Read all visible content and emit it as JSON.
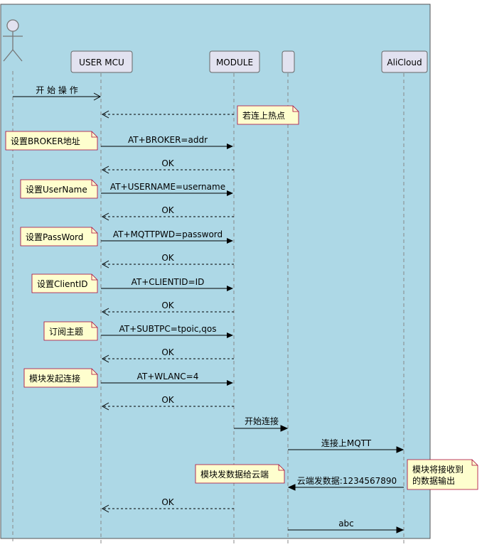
{
  "participants": {
    "actor": "",
    "user_mcu": "USER MCU",
    "module": "MODULE",
    "blank": "",
    "alicloud": "AliCloud"
  },
  "messages": [
    "开  始  操  作",
    "",
    "AT+BROKER=addr",
    "OK",
    "AT+USERNAME=username",
    "OK",
    "AT+MQTTPWD=password",
    "OK",
    "AT+CLIENTID=ID",
    "OK",
    "AT+SUBTPC=tpoic,qos",
    "OK",
    "AT+WLANC=4",
    "OK",
    "开始连接",
    "连接上MQTT",
    "云端发数据:1234567890",
    "OK",
    "abc"
  ],
  "notes": [
    "若连上热点",
    "设置BROKER地址",
    "设置UserName",
    "设置PassWord",
    "设置ClientID",
    "订阅主题",
    "模块发起连接",
    "模块发数据给云端",
    "模块将接收到",
    "的数据输出"
  ],
  "colors": {
    "background": "#add8e6",
    "participant_fill": "#e2e2f0",
    "note_fill": "#fefece",
    "line": "#000000"
  }
}
